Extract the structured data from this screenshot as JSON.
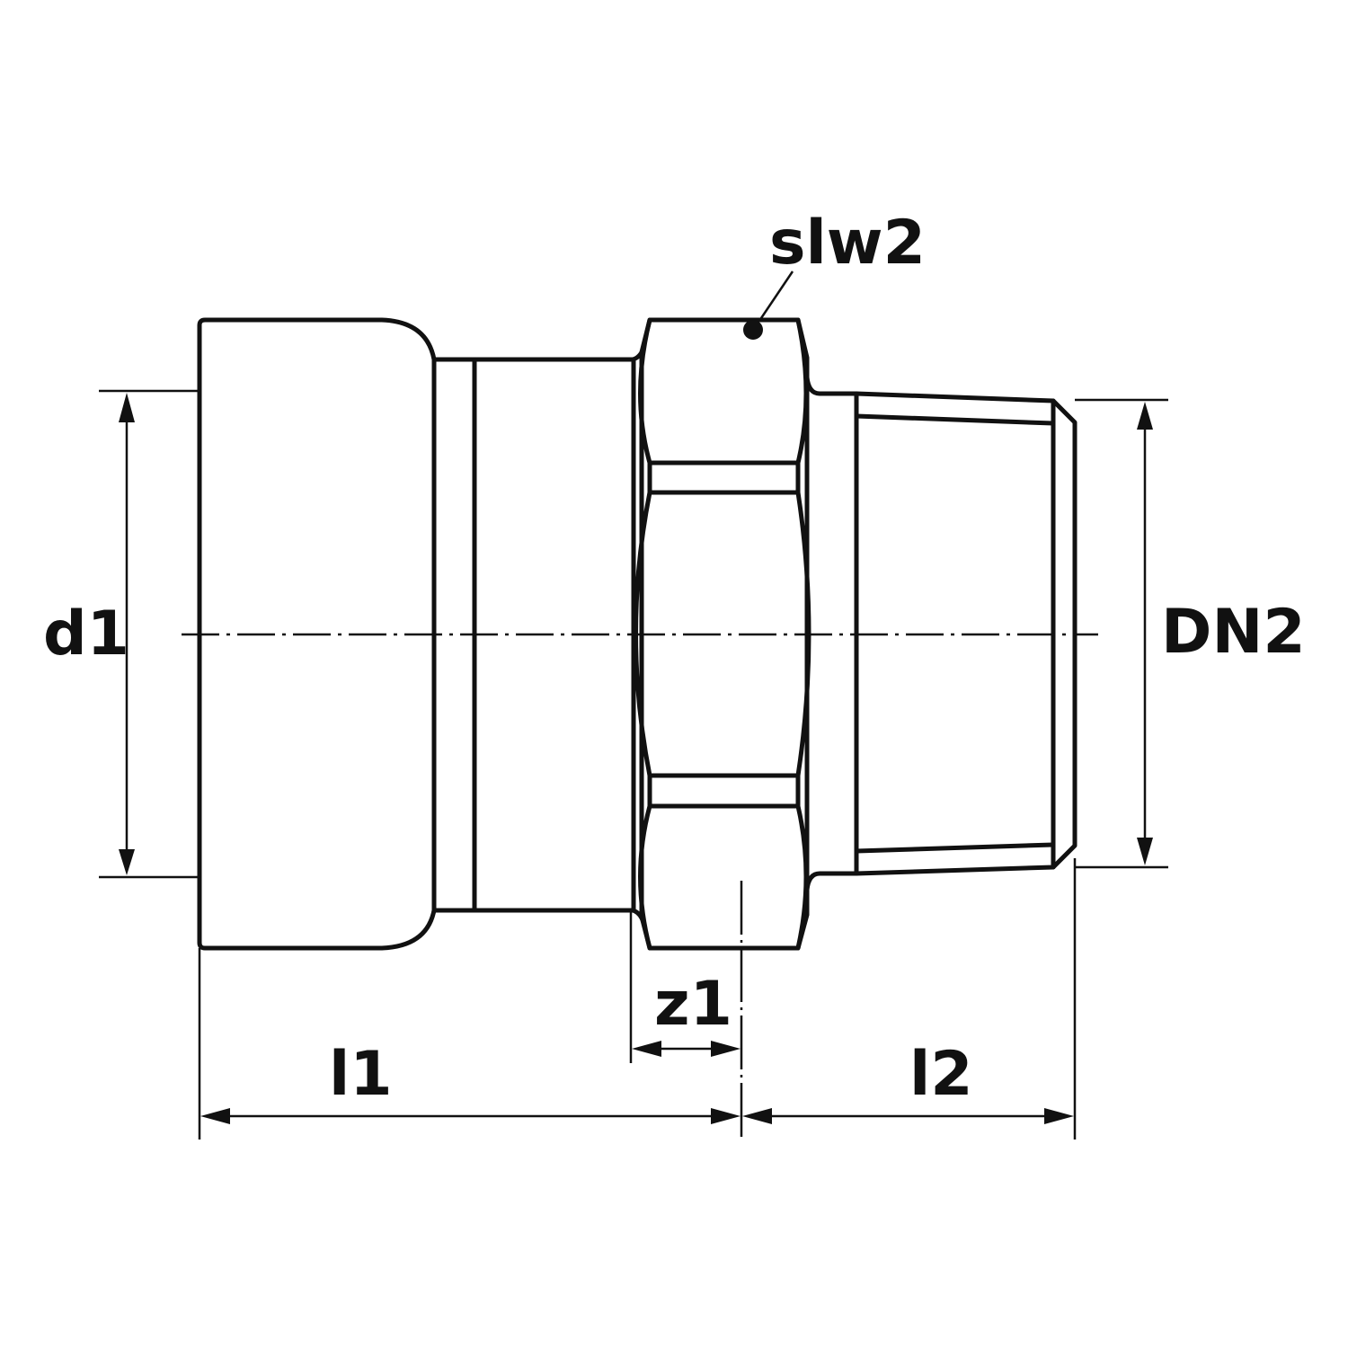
{
  "drawing": {
    "type": "technical-drawing",
    "subject": "pipe fitting with union nut and tapered male thread",
    "line_color": "#111111",
    "background": "#ffffff"
  },
  "labels": {
    "slw2": "slw2",
    "d1": "d1",
    "DN2": "DN2",
    "z1": "z1",
    "l1": "l1",
    "l2": "l2"
  }
}
